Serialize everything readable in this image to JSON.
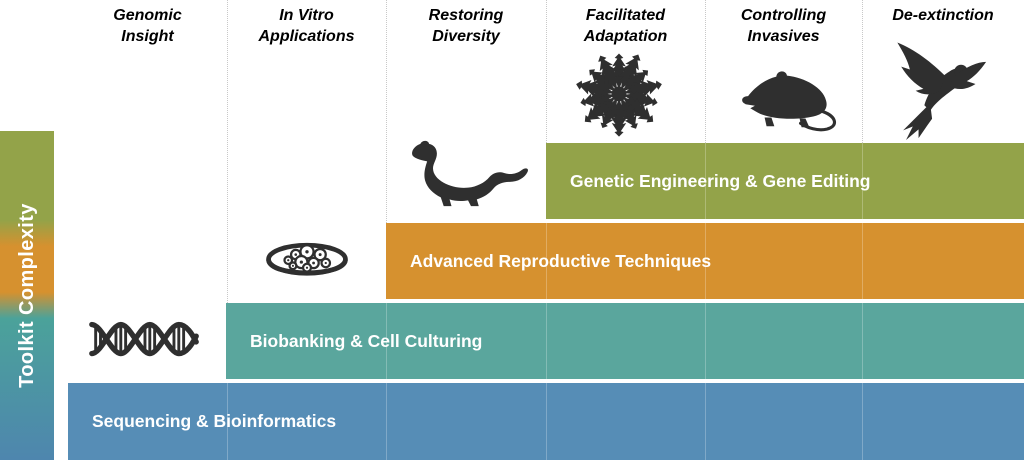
{
  "axis": {
    "label": "Toolkit Complexity",
    "gradient": [
      "#93A349",
      "#D6912F",
      "#4BA29A",
      "#4E86AE"
    ]
  },
  "columns": [
    {
      "label_line1": "Genomic",
      "label_line2": "Insight",
      "icon": "dna-icon"
    },
    {
      "label_line1": "In Vitro",
      "label_line2": "Applications",
      "icon": "petri-dish-icon"
    },
    {
      "label_line1": "Restoring",
      "label_line2": "Diversity",
      "icon": "ferret-icon"
    },
    {
      "label_line1": "Facilitated",
      "label_line2": "Adaptation",
      "icon": "starfish-icon"
    },
    {
      "label_line1": "Controlling",
      "label_line2": "Invasives",
      "icon": "rat-icon"
    },
    {
      "label_line1": "De-extinction",
      "label_line2": "",
      "icon": "flying-pigeon-icon"
    }
  ],
  "bars": [
    {
      "label": "Genetic Engineering & Gene Editing",
      "color": "#93A349",
      "spans": "Facilitated Adaptation through De-extinction"
    },
    {
      "label": "Advanced Reproductive Techniques",
      "color": "#D6912F",
      "spans": "Restoring Diversity through De-extinction"
    },
    {
      "label": "Biobanking & Cell Culturing",
      "color": "#5AA69D",
      "spans": "In Vitro Applications through De-extinction"
    },
    {
      "label": "Sequencing & Bioinformatics",
      "color": "#568DB6",
      "spans": "Genomic Insight through De-extinction"
    }
  ],
  "colors": {
    "icon": "#2F2F2F",
    "separator": "#C8C8C8",
    "bar_text": "#FFFFFF",
    "header_text": "#000000",
    "background": "#FFFFFF"
  }
}
